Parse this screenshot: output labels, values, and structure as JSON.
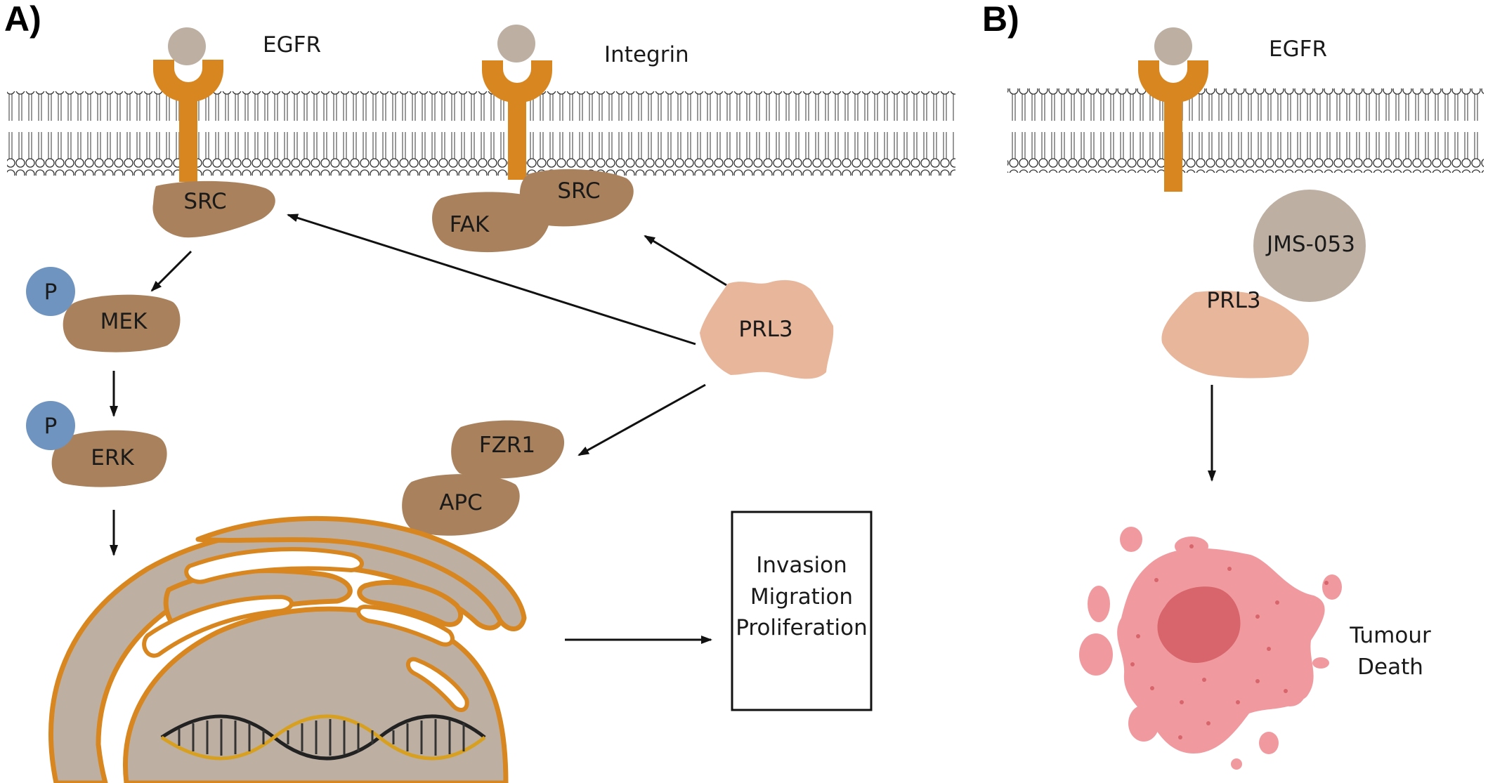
{
  "panels": {
    "a": "A)",
    "b": "B)"
  },
  "panel_a": {
    "egfr": "EGFR",
    "integrin": "Integrin",
    "src_left": "SRC",
    "src_right": "SRC",
    "fak": "FAK",
    "p1": "P",
    "mek": "MEK",
    "p2": "P",
    "erk": "ERK",
    "prl3": "PRL3",
    "fzr1": "FZR1",
    "apc": "APC",
    "outcome": [
      "Invasion",
      "Migration",
      "Proliferation"
    ]
  },
  "panel_b": {
    "egfr": "EGFR",
    "jms": "JMS-053",
    "prl3": "PRL3",
    "outcome": [
      "Tumour",
      "Death"
    ]
  },
  "colors": {
    "receptor": "#d8861f",
    "ligand": "#bdb0a3",
    "kinase": "#a9825d",
    "phosphate": "#6f94c0",
    "prl3": "#e8b69b",
    "golgi": "#bdb0a3",
    "golgi_outline": "#d8861f",
    "tumour": "#f09aa0",
    "tumour_core": "#d7656b"
  }
}
